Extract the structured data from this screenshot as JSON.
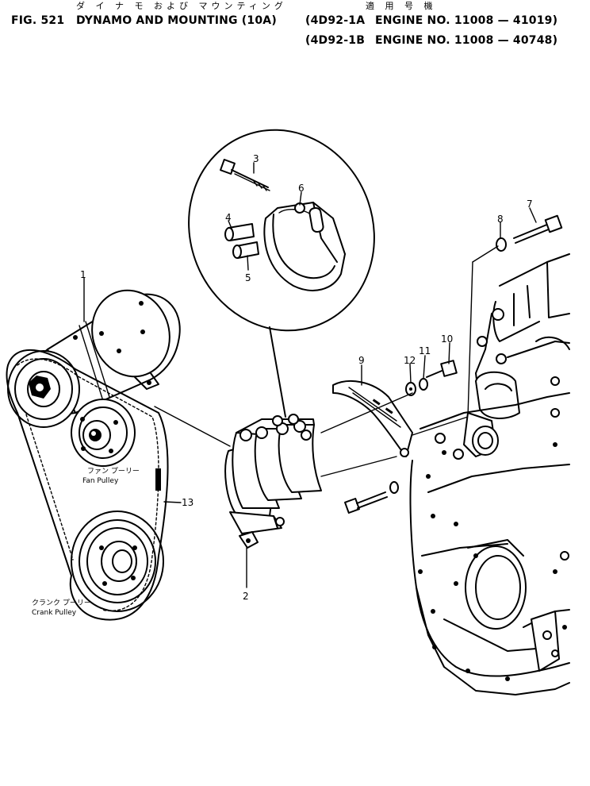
{
  "header": {
    "title_jp": "ダ イ ナ モ および マウンティング",
    "applicable_jp": "適 用 号 機",
    "fig_label": "FIG. 521",
    "title": "DYNAMO AND MOUNTING (10A)",
    "model_a": "(4D92-1A",
    "engine_no_a": "ENGINE NO. 11008 — 41019)",
    "model_b": "(4D92-1B",
    "engine_no_b": "ENGINE NO. 11008 — 40748)"
  },
  "callouts": {
    "p1": "1",
    "p2": "2",
    "p3": "3",
    "p4": "4",
    "p5": "5",
    "p6": "6",
    "p7": "7",
    "p8": "8",
    "p9": "9",
    "p10": "10",
    "p11": "11",
    "p12": "12",
    "p13": "13"
  },
  "labels": {
    "fan_pulley_jp": "ファン プーリー",
    "fan_pulley": "Fan Pulley",
    "crank_pulley_jp": "クランク プーリー",
    "crank_pulley": "Crank Pulley"
  }
}
